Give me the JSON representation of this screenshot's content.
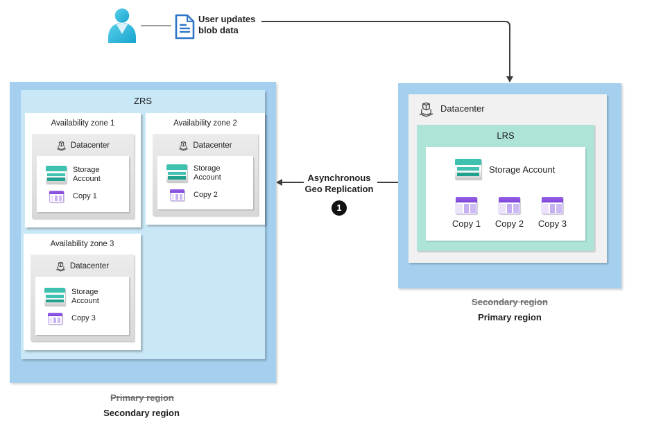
{
  "top_flow": {
    "user_action_line1": "User updates",
    "user_action_line2": "blob data"
  },
  "left_region": {
    "title": "ZRS",
    "zones": [
      {
        "label": "Availability zone 1",
        "datacenter_label": "Datacenter",
        "storage_line1": "Storage",
        "storage_line2": "Account",
        "copy_label": "Copy 1"
      },
      {
        "label": "Availability zone 2",
        "datacenter_label": "Datacenter",
        "storage_line1": "Storage",
        "storage_line2": "Account",
        "copy_label": "Copy 2"
      },
      {
        "label": "Availability zone 3",
        "datacenter_label": "Datacenter",
        "storage_line1": "Storage",
        "storage_line2": "Account",
        "copy_label": "Copy 3"
      }
    ],
    "former_label": "Primary region",
    "current_label": "Secondary region"
  },
  "replication": {
    "label_line1": "Asynchronous",
    "label_line2": "Geo Replication",
    "step_badge": "1"
  },
  "right_region": {
    "datacenter_label": "Datacenter",
    "title": "LRS",
    "storage_label": "Storage Account",
    "copies": [
      "Copy 1",
      "Copy 2",
      "Copy 3"
    ],
    "former_label": "Secondary region",
    "current_label": "Primary region"
  },
  "icons": {
    "user": "cyan person silhouette",
    "blob_document": "blue document with folded corner",
    "datacenter": "isometric building line art",
    "storage_account": "teal striped card",
    "copy": "purple table grid",
    "step": "black numbered circle"
  },
  "colors": {
    "region_blue": "#a5cfee",
    "zrs_fill": "#c9e8f7",
    "lrs_fill": "#aee4d8",
    "datacenter_gray": "#f1f1f1",
    "storage_teal": "#3ec1ae",
    "copy_purple": "#7c45d6",
    "person_cyan": "#2bb4d9",
    "doc_blue": "#2e75c8",
    "arrow_dark": "#3d3d3d"
  }
}
